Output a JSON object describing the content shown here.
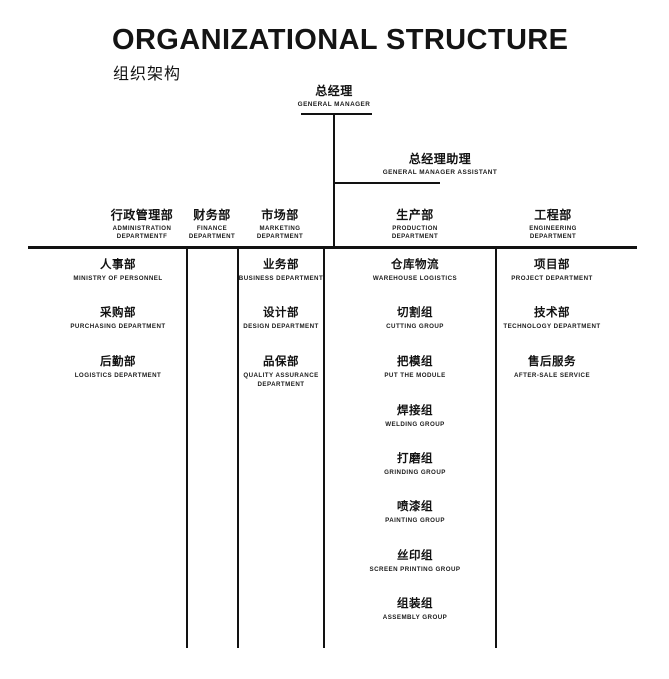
{
  "header": {
    "title_en": "ORGANIZATIONAL STRUCTURE",
    "title_cn": "组织架构"
  },
  "chart_meta": {
    "type": "org-chart",
    "accent_color": "#121212",
    "background_color": "#ffffff"
  },
  "top_nodes": [
    {
      "cn": "总经理",
      "en": "GENERAL MANAGER"
    },
    {
      "cn": "总经理助理",
      "en": "GENERAL MANAGER ASSISTANT"
    }
  ],
  "departments": [
    {
      "cn": "行政管理部",
      "en_line1": "ADMINISTRATION",
      "en_line2": "DEPARTMENTF",
      "children": [
        {
          "cn": "人事部",
          "en": "MINISTRY OF PERSONNEL"
        },
        {
          "cn": "采购部",
          "en": "PURCHASING DEPARTMENT"
        },
        {
          "cn": "后勤部",
          "en": "LOGISTICS DEPARTMENT"
        }
      ]
    },
    {
      "cn": "财务部",
      "en_line1": "FINANCE",
      "en_line2": "DEPARTMENT",
      "children": []
    },
    {
      "cn": "市场部",
      "en_line1": "MARKETING",
      "en_line2": "DEPARTMENT",
      "children": [
        {
          "cn": "业务部",
          "en": "BUSINESS DEPARTMENT"
        },
        {
          "cn": "设计部",
          "en": "DESIGN DEPARTMENT"
        },
        {
          "cn": "品保部",
          "en": "QUALITY ASSURANCE DEPARTMENT"
        }
      ]
    },
    {
      "cn": "生产部",
      "en_line1": "PRODUCTION",
      "en_line2": "DEPARTMENT",
      "children": [
        {
          "cn": "仓库物流",
          "en": "WAREHOUSE LOGISTICS"
        },
        {
          "cn": "切割组",
          "en": "CUTTING GROUP"
        },
        {
          "cn": "把模组",
          "en": "PUT THE MODULE"
        },
        {
          "cn": "焊接组",
          "en": "WELDING GROUP"
        },
        {
          "cn": "打磨组",
          "en": "GRINDING GROUP"
        },
        {
          "cn": "喷漆组",
          "en": "PAINTING GROUP"
        },
        {
          "cn": "丝印组",
          "en": "SCREEN PRINTING GROUP"
        },
        {
          "cn": "组装组",
          "en": "ASSEMBLY GROUP"
        }
      ]
    },
    {
      "cn": "工程部",
      "en_line1": "ENGINEERING",
      "en_line2": "DEPARTMENT",
      "children": [
        {
          "cn": "项目部",
          "en": "PROJECT DEPARTMENT"
        },
        {
          "cn": "技术部",
          "en": "TECHNOLOGY DEPARTMENT"
        },
        {
          "cn": "售后服务",
          "en": "AFTER-SALE SERVICE"
        }
      ]
    }
  ]
}
